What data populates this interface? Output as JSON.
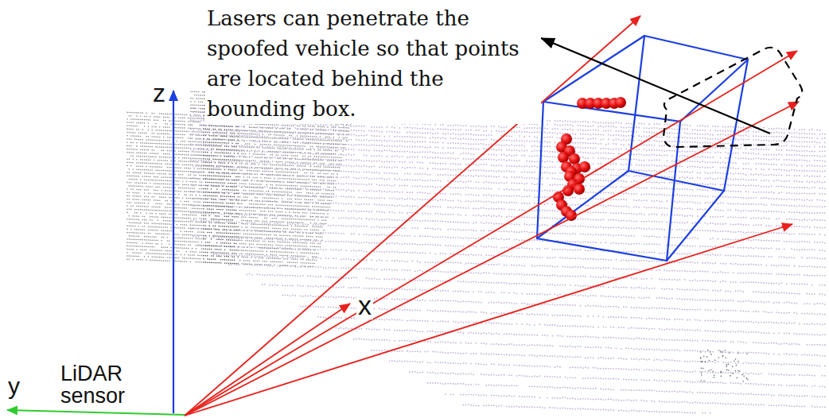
{
  "diagram": {
    "labels": [
      "Lasers can penetrate the spoofed vehicle so that points are located behind the bounding box.",
      "z",
      "x",
      "y",
      "LiDAR sensor"
    ]
  }
}
